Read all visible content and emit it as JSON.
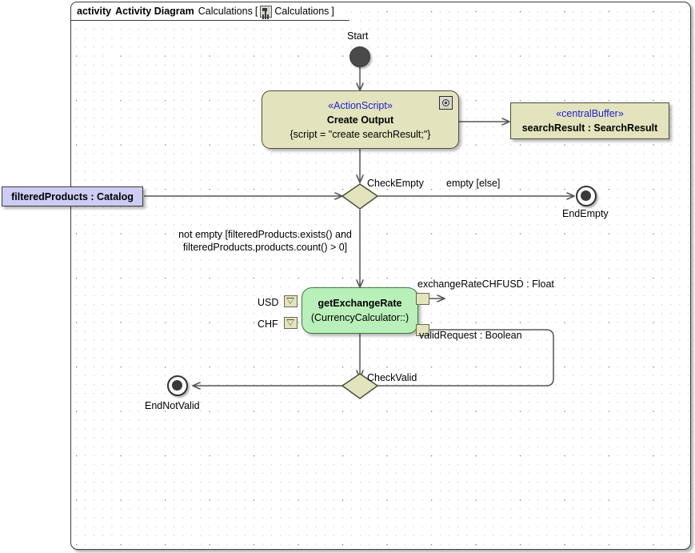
{
  "frame": {
    "keyword": "activity",
    "type_label": "Activity Diagram",
    "name": "Calculations",
    "bracket_open": "[",
    "icon": "activity-diagram-icon",
    "qualified_name": "Calculations",
    "bracket_close": "]"
  },
  "nodes": {
    "start": {
      "label": "Start",
      "kind": "initial-node"
    },
    "create_output": {
      "stereotype": "«ActionScript»",
      "title": "Create Output",
      "body": "{script = \"create searchResult;\"}",
      "icon": "action-script-icon",
      "fill": "#e3e3bd"
    },
    "central_buffer": {
      "stereotype": "«centralBuffer»",
      "name": "searchResult : SearchResult",
      "fill": "#e3e3bd"
    },
    "filtered_products": {
      "name": "filteredProducts : Catalog",
      "fill": "#ccccf5"
    },
    "check_empty": {
      "label": "CheckEmpty",
      "kind": "decision-node"
    },
    "end_empty": {
      "label": "EndEmpty",
      "kind": "final-node"
    },
    "get_exchange_rate": {
      "title": "getExchangeRate",
      "subtitle": "(CurrencyCalculator::)",
      "fill": "#b9f0b9",
      "input_pins": [
        {
          "label": "USD"
        },
        {
          "label": "CHF"
        }
      ],
      "output_pins": [
        {
          "label": "exchangeRateCHFUSD : Float"
        },
        {
          "label": "validRequest : Boolean"
        }
      ]
    },
    "check_valid": {
      "label": "CheckValid",
      "kind": "decision-node"
    },
    "end_not_valid": {
      "label": "EndNotValid",
      "kind": "final-node"
    }
  },
  "edges": {
    "empty_else": "empty [else]",
    "not_empty_line1": "not empty [filteredProducts.exists() and",
    "not_empty_line2": "filteredProducts.products.count() > 0]"
  },
  "colors": {
    "stereotype_blue": "#2222cc",
    "action_fill": "#e3e3bd",
    "behavior_fill": "#b9f0b9",
    "object_fill": "#ccccf5",
    "decision_fill": "#e3e3bd",
    "line": "#555555"
  }
}
